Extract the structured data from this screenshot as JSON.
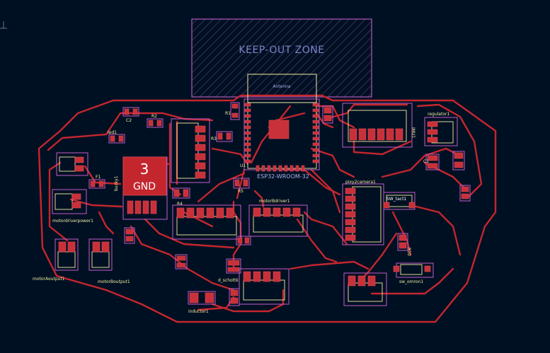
{
  "board": {
    "keepout_label": "KEEP-OUT ZONE",
    "antenna_label": "Antenna",
    "mcu_label": "ESP32-WROOM-32",
    "mcu_ref": "U1",
    "buck_number": "3",
    "buck_net": "GND"
  },
  "components": {
    "C2": "C2",
    "R2": "R2",
    "R1": "R1",
    "R3": "R3",
    "R4": "R4",
    "R5": "R5",
    "led1": "led1",
    "F1": "F1",
    "bucky1": "bucky1",
    "motorBdriver1": "motorBdriver1",
    "pixy2camera1": "pixy2camera1",
    "SW_tact1": "SW_tact1",
    "regulator1": "regulator1",
    "IMU1": "IMU1",
    "C1": "C1",
    "R10": "R10",
    "sw_omron1": "sw_omron1",
    "d_schottky": "d_schottk",
    "inductor1": "inductor1",
    "motorAoutput1": "motorAoutput1",
    "motorBoutput1": "motorBoutput1",
    "motordriverpower1": "motordriverpower1"
  },
  "colors": {
    "background": "#001023",
    "copper": "#c4262e",
    "courtyard": "#c35cc9",
    "silkscreen": "#f2eda1",
    "keepout": "#7b83c9"
  }
}
